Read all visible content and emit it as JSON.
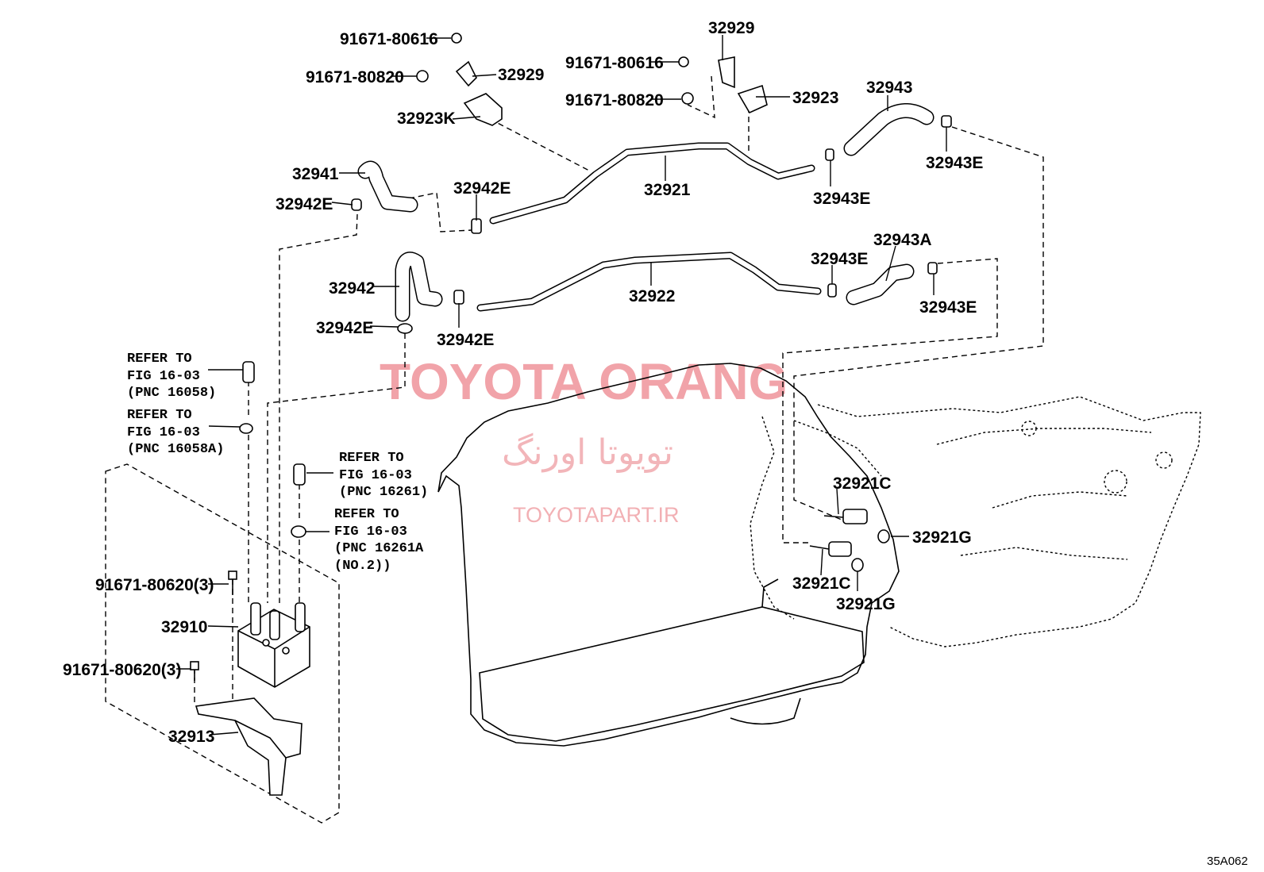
{
  "watermark": {
    "brand": "TOYOTA ORANG",
    "brand_fa": "تویوتا اورنگ",
    "site": "TOYOTAPART.IR"
  },
  "diagram_code": "35A062",
  "parts": {
    "bolt_80616_top": "91671-80616",
    "bolt_80820_top": "91671-80820",
    "clamp_32929_left": "32929",
    "bracket_32923k": "32923K",
    "clamp_32929_right": "32929",
    "bolt_80616_right": "91671-80616",
    "bolt_80820_right": "91671-80820",
    "bracket_32923": "32923",
    "hose_32943": "32943",
    "clip_32943e_top": "32943E",
    "hose_32941": "32941",
    "clip_32942e_a": "32942E",
    "clip_32942e_b": "32942E",
    "pipe_32921": "32921",
    "clip_32943e_mid": "32943E",
    "hose_32942": "32942",
    "clip_32942e_c": "32942E",
    "clip_32942e_d": "32942E",
    "pipe_32922": "32922",
    "clip_32943e_low": "32943E",
    "hose_32943a": "32943A",
    "clip_32943e_end": "32943E",
    "union_32921c_top": "32921C",
    "oring_32921g_top": "32921G",
    "union_32921c_low": "32921C",
    "oring_32921g_low": "32921G",
    "bolt_80620_top": "91671-80620(3)",
    "cooler_32910": "32910",
    "bolt_80620_low": "91671-80620(3)",
    "bracket_32913": "32913"
  },
  "references": [
    {
      "line1": "REFER TO",
      "line2": "FIG 16-03",
      "line3": "(PNC 16058)"
    },
    {
      "line1": "REFER TO",
      "line2": "FIG 16-03",
      "line3": "(PNC 16058A)"
    },
    {
      "line1": "REFER TO",
      "line2": "FIG 16-03",
      "line3": "(PNC 16261)"
    },
    {
      "line1": "REFER TO",
      "line2": "FIG 16-03",
      "line3": "(PNC 16261A",
      "line4": "(NO.2))"
    }
  ]
}
